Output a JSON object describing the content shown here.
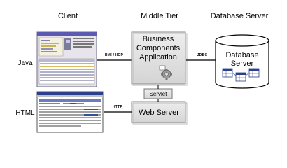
{
  "columns": {
    "client": "Client",
    "middle_tier": "Middle Tier",
    "database_server": "Database Server"
  },
  "rows": {
    "java": "Java",
    "html": "HTML"
  },
  "middle_tier": {
    "bc_application_line1": "Business",
    "bc_application_line2": "Components",
    "bc_application_line3": "Application",
    "servlet": "Servlet",
    "web_server": "Web Server"
  },
  "database": {
    "label_line1": "Database",
    "label_line2": "Server"
  },
  "connections": {
    "java_protocol": "RMI / IIOP",
    "jdbc": "JDBC",
    "http": "HTTP"
  }
}
